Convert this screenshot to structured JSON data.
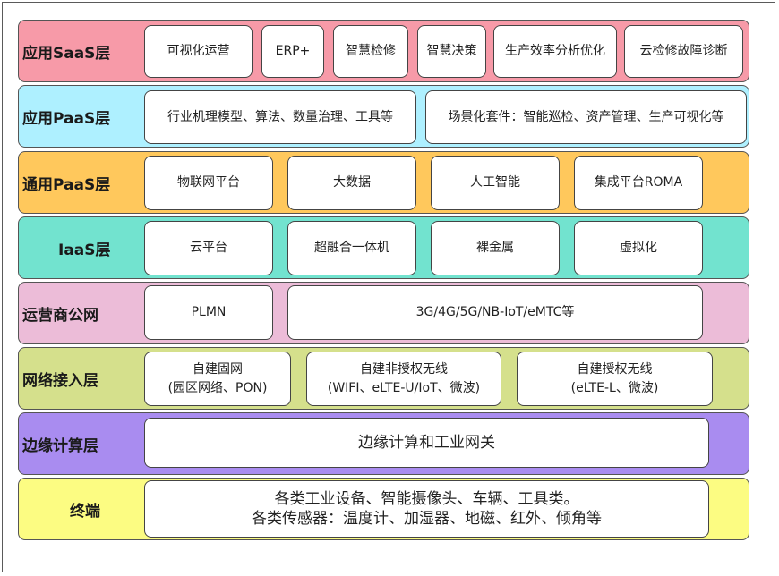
{
  "layers": [
    {
      "label": "应用SaaS层",
      "color": "#f79aa8",
      "items": [
        "可视化运营",
        "ERP+",
        "智慧检修",
        "智慧决策",
        "生产效率分析优化",
        "云检修故障诊断"
      ]
    },
    {
      "label": "应用PaaS层",
      "color": "#aef0ff",
      "items": [
        "行业机理模型、算法、数量治理、工具等",
        "场景化套件：智能巡检、资产管理、生产可视化等"
      ]
    },
    {
      "label": "通用PaaS层",
      "color": "#ffc85c",
      "items": [
        "物联网平台",
        "大数据",
        "人工智能",
        "集成平台ROMA"
      ]
    },
    {
      "label": "IaaS层",
      "color": "#72e3cf",
      "items": [
        "云平台",
        "超融合一体机",
        "裸金属",
        "虚拟化"
      ]
    },
    {
      "label": "运营商公网",
      "color": "#ecbcd8",
      "items": [
        "PLMN",
        "3G/4G/5G/NB-IoT/eMTC等"
      ]
    },
    {
      "label": "网络接入层",
      "color": "#d5e08c",
      "items": [
        {
          "line1": "自建固网",
          "line2": "(园区网络、PON)"
        },
        {
          "line1": "自建非授权无线",
          "line2": "(WIFI、eLTE-U/IoT、微波)"
        },
        {
          "line1": "自建授权无线",
          "line2": "(eLTE-L、微波)"
        }
      ]
    },
    {
      "label": "边缘计算层",
      "color": "#a98cf0",
      "items": [
        "边缘计算和工业网关"
      ]
    },
    {
      "label": "终端",
      "color": "#fcfc82",
      "items": [
        {
          "line1": "各类工业设备、智能摄像头、车辆、工具类。",
          "line2": "各类传感器：温度计、加湿器、地磁、红外、倾角等"
        }
      ]
    }
  ]
}
